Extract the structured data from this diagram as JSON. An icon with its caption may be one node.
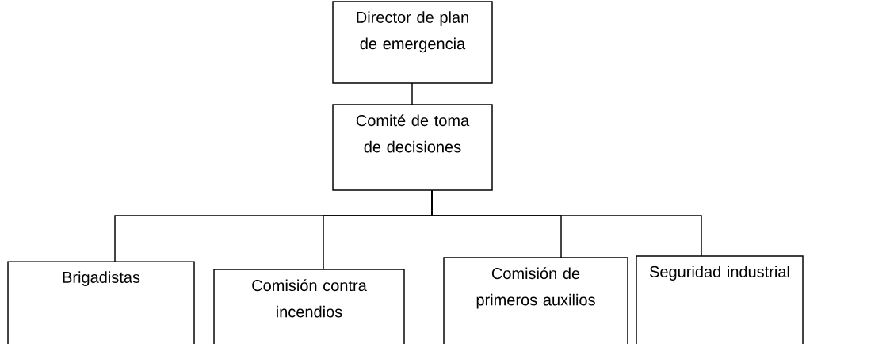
{
  "diagram": {
    "nodes": [
      {
        "text": [
          "Director de plan de emergencia"
        ]
      },
      {
        "text": [
          "Comité de toma de decisiones"
        ]
      },
      {
        "text": [
          "Brigadistas"
        ]
      },
      {
        "text": [
          "Comisión contra incendios"
        ]
      },
      {
        "text": [
          "Comisión de primeros auxilios"
        ]
      },
      {
        "text": [
          "Seguridad industrial"
        ]
      }
    ],
    "edges": [
      {
        "from": 0,
        "to": 1,
        "arrow": "none"
      },
      {
        "from": 1,
        "to": 2,
        "arrow": "none"
      },
      {
        "from": 1,
        "to": 3,
        "arrow": "none"
      },
      {
        "from": 1,
        "to": 4,
        "arrow": "none"
      },
      {
        "from": 1,
        "to": 5,
        "arrow": "none"
      }
    ]
  }
}
